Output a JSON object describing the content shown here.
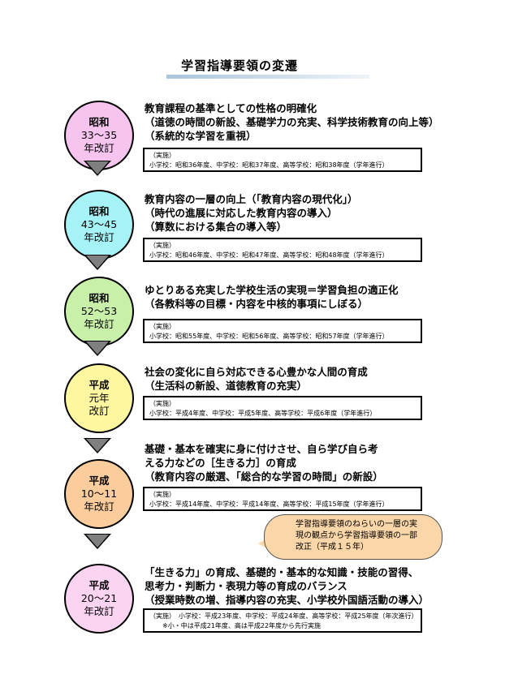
{
  "title": "学習指導要領の変遷",
  "colors": {
    "pink": "#f6c4ef",
    "cyan": "#a5f2f7",
    "green": "#c8f0a8",
    "yellow": "#fff7a0",
    "orange": "#fbcc9c",
    "pink2": "#fbd4f2",
    "callout": "#fbd6a8"
  },
  "eras": [
    {
      "label": [
        "昭和",
        "33～35",
        "年改訂"
      ],
      "desc": [
        "教育課程の基準としての性格の明確化",
        "（道徳の時間の新設、基礎学力の充実、科学技術教育の向上等）",
        "（系統的な学習を重視）"
      ],
      "box": [
        "（実施）",
        "小学校：昭和36年度、中学校：昭和37年度、高等学校：昭和38年度（学年進行）"
      ]
    },
    {
      "label": [
        "昭和",
        "43～45",
        "年改訂"
      ],
      "desc": [
        "教育内容の一層の向上（「教育内容の現代化」）",
        "（時代の進展に対応した教育内容の導入）",
        "（算数における集合の導入等）"
      ],
      "box": [
        "（実施）",
        "小学校：昭和46年度、中学校：昭和47年度、高等学校：昭和48年度（学年進行）"
      ]
    },
    {
      "label": [
        "昭和",
        "52～53",
        "年改訂"
      ],
      "desc": [
        "ゆとりある充実した学校生活の実現＝学習負担の適正化",
        "（各教科等の目標・内容を中核的事項にしぼる）"
      ],
      "box": [
        "（実施）",
        "小学校：昭和55年度、中学校：昭和56年度、高等学校：昭和57年度（学年進行）"
      ]
    },
    {
      "label": [
        "平成",
        "元年",
        "改訂"
      ],
      "desc": [
        "社会の変化に自ら対応できる心豊かな人間の育成",
        "（生活科の新設、道徳教育の充実）"
      ],
      "box": [
        "（実施）",
        "小学校：平成4年度、中学校：平成5年度、高等学校：平成6年度（学年進行）"
      ]
    },
    {
      "label": [
        "平成",
        "10～11",
        "年改訂"
      ],
      "desc": [
        "基礎・基本を確実に身に付けさせ、自ら学び自ら考",
        "える力などの［生きる力］の育成",
        "（教育内容の厳選、「総合的な学習の時間」の新設）"
      ],
      "box": [
        "（実施）",
        "小学校：平成14年度、中学校：平成14年度、高等学校：平成15年度（学年進行）"
      ]
    },
    {
      "label": [
        "平成",
        "20～21",
        "年改訂"
      ],
      "desc": [
        "「生きる力」の育成、基礎的・基本的な知識・技能の習得、",
        "思考力・判断力・表現力等の育成のバランス",
        "（授業時数の増、指導内容の充実、小学校外国語活動の導入）"
      ],
      "box": [
        "（実施）　小学校：平成23年度、中学校：平成24年度、高等学校：平成25年度（年次進行）",
        "　　※小・中は平成21年度、高は平成22年度から先行実施"
      ]
    }
  ],
  "callout": [
    "学習指導要領のねらいの一層の実",
    "現の観点から学習指導要領の一部",
    "改正（平成１５年）"
  ]
}
